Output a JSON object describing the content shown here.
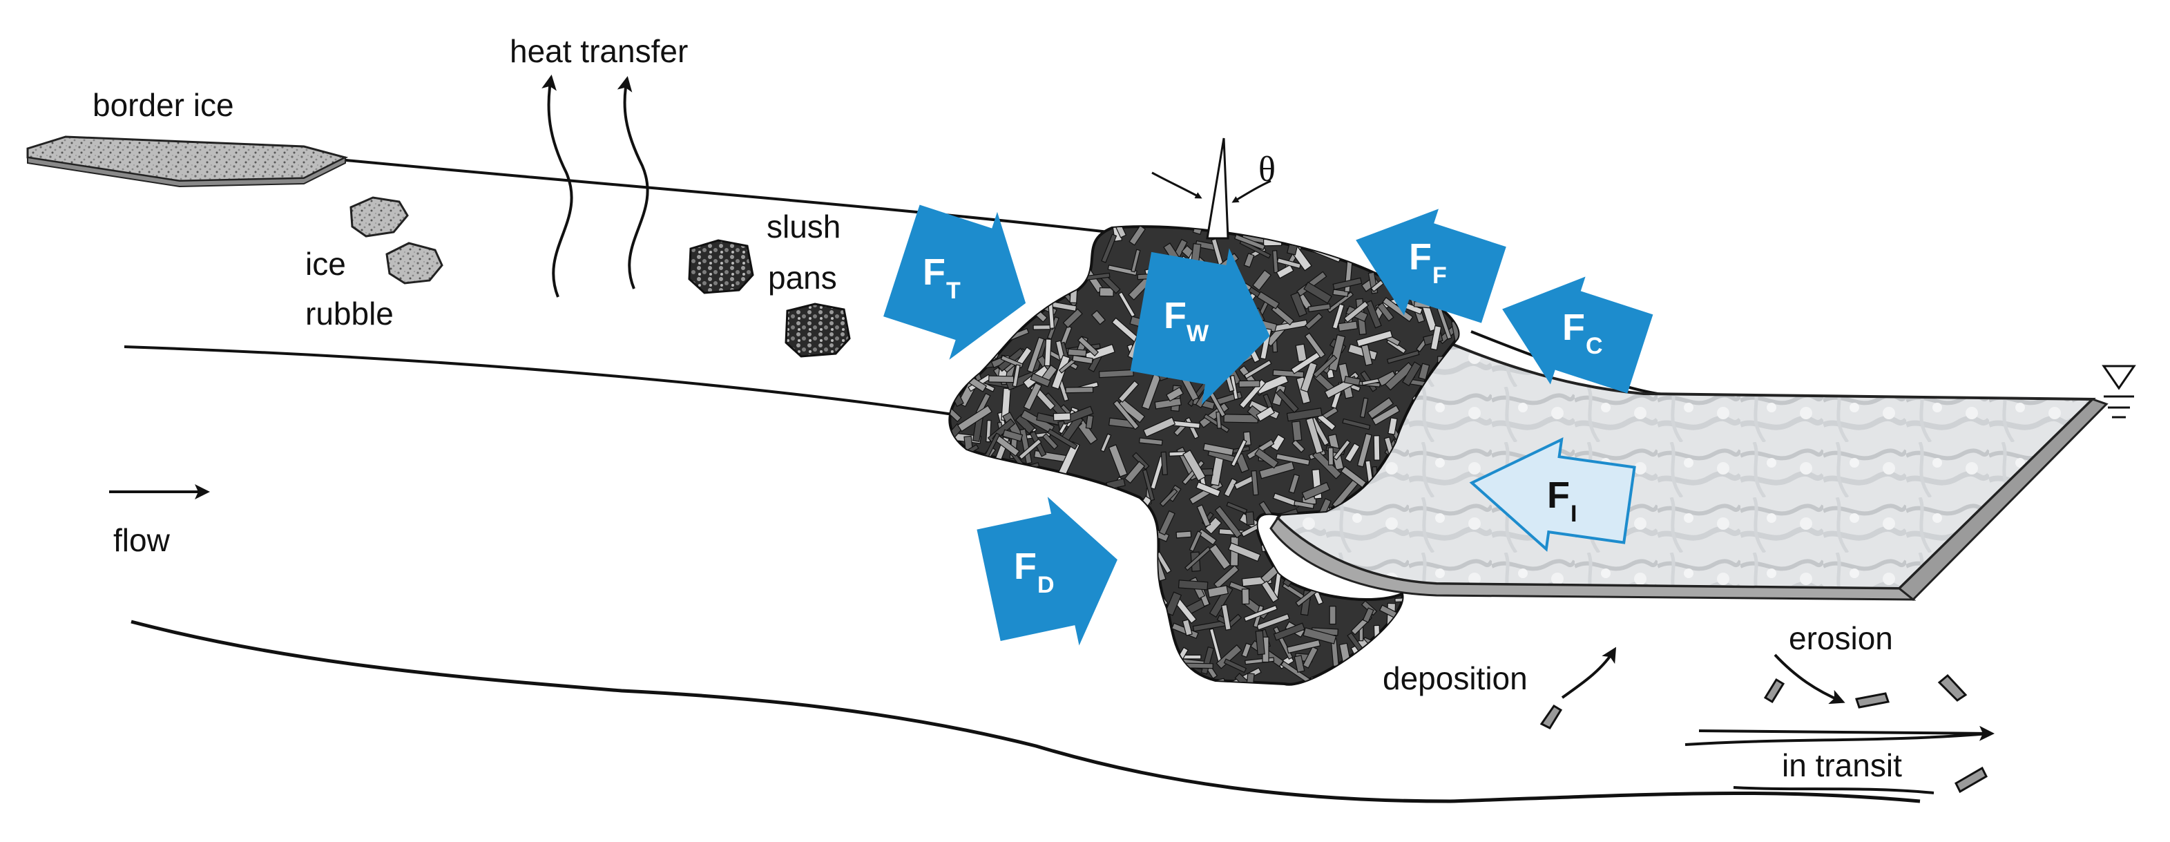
{
  "labels": {
    "border_ice": "border ice",
    "heat_transfer": "heat transfer",
    "ice": "ice",
    "rubble": "rubble",
    "slush": "slush",
    "pans": "pans",
    "flow": "flow",
    "theta": "θ",
    "deposition": "deposition",
    "erosion": "erosion",
    "in_transit": "in transit"
  },
  "forces": {
    "ft": {
      "main": "F",
      "sub": "T"
    },
    "fw": {
      "main": "F",
      "sub": "W"
    },
    "ff": {
      "main": "F",
      "sub": "F"
    },
    "fc": {
      "main": "F",
      "sub": "C"
    },
    "fi": {
      "main": "F",
      "sub": "I"
    },
    "fd": {
      "main": "F",
      "sub": "D"
    }
  },
  "colors": {
    "force_arrow": "#1d8ccd",
    "force_arrow_light": "#cfe6f6",
    "ice_cover": "#e2e4e6",
    "jam": "#3a3a3a",
    "line": "#111111"
  }
}
